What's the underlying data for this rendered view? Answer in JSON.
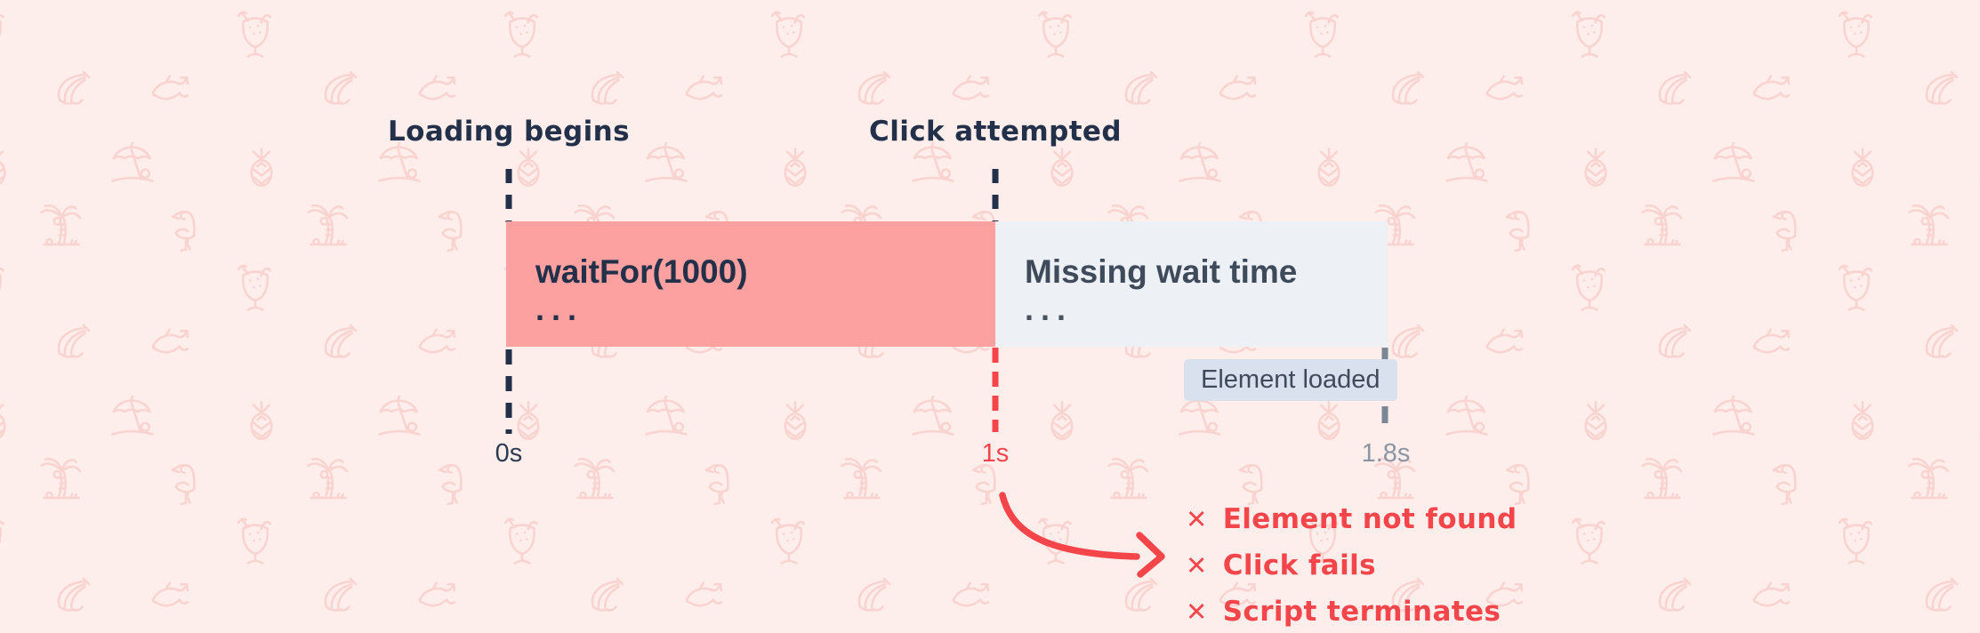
{
  "colors": {
    "background": "#fdedeb",
    "pattern_icon": "#f9d3cf",
    "navy": "#22304a",
    "accent_red": "#f4454b",
    "bar_red": "#fda0a0",
    "slate": "#3f4a5a",
    "box_bg": "#edf1f6",
    "box_border": "#6e7a8b",
    "badge_bg": "#d9e1ee",
    "gray_label": "#8b95a4",
    "gray_line": "#7b8797"
  },
  "labels": {
    "loading_begins": "Loading begins",
    "click_attempted": "Click attempted"
  },
  "bars": {
    "wait": {
      "label": "waitFor(1000)",
      "ellipsis": "..."
    },
    "missing": {
      "label": "Missing wait time",
      "ellipsis": "..."
    }
  },
  "badge": {
    "label": "Element loaded"
  },
  "ticks": {
    "start": "0s",
    "click": "1s",
    "loaded": "1.8s"
  },
  "failures": [
    {
      "mark": "✕",
      "text": "Element not found"
    },
    {
      "mark": "✕",
      "text": "Click fails"
    },
    {
      "mark": "✕",
      "text": "Script terminates"
    }
  ],
  "background_pattern": {
    "icons": [
      "cocktail-icon",
      "banana-icon",
      "dolphin-icon",
      "beach-umbrella-icon",
      "pineapple-icon",
      "palm-tree-icon",
      "flamingo-icon"
    ]
  }
}
